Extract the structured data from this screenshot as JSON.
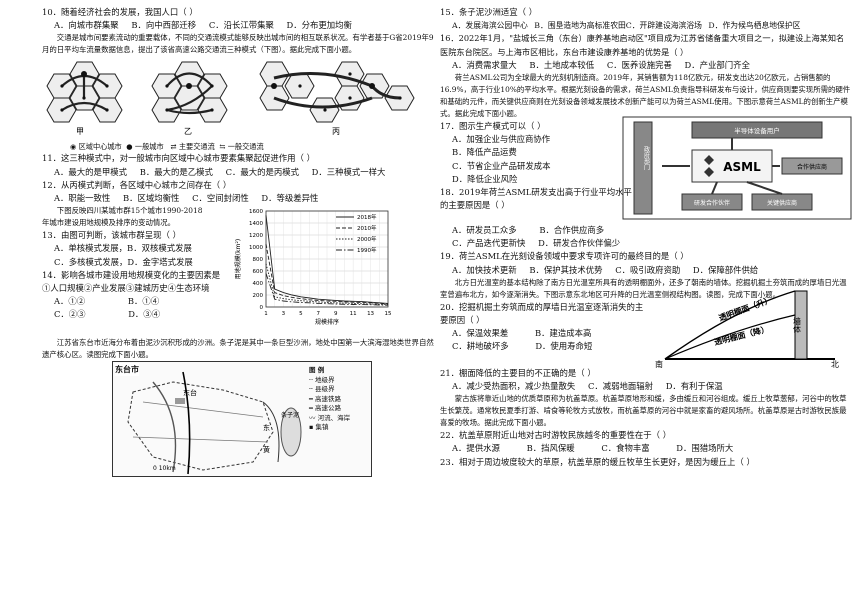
{
  "left": {
    "q10": {
      "stem": "10．随着经济社会的发展，我国人口（    ）",
      "opts": [
        "A．向城市群集聚",
        "B．向中西部迁移",
        "C．沿长江带集聚",
        "D．分布更加均衡"
      ]
    },
    "p1": "交通是城市间要素流动的重要载体，不同的交通流模式能够反映出城市间的相互联系状况。有学者基于G省2019年9月的日平均车流量数据信息，提出了该省高速公路交通流三种模式（下图）。据此完成下面小题。",
    "fig1": {
      "labels": [
        "甲",
        "乙",
        "丙"
      ],
      "legend": [
        "区域中心城市",
        "一般城市",
        "主要交通流",
        "一般交通流"
      ]
    },
    "q11": {
      "stem": "11．这三种模式中，对一般城市向区域中心城市要素集聚起促进作用（    ）",
      "opts": [
        "A．最大的是甲模式",
        "B．最大的是乙模式",
        "C．最大的是丙模式",
        "D．三种模式一样大"
      ]
    },
    "q12": {
      "stem": "12．从丙模式判断，各区域中心城市之间存在（    ）",
      "opts": [
        "A．职能一致性",
        "B．区域均衡性",
        "C．空间封闭性",
        "D．等级差异性"
      ]
    },
    "p2a": "下图反映四川某城市群15个城市1990-2018",
    "p2b": "年城市建设用地规模及排序的变动情况。",
    "q13": {
      "stem": "13．由图可判断，该城市群呈现（    ）",
      "opts": [
        "A．单核模式发展，B．双核模式发展",
        "C．多核模式发展，D．金字塔式发展"
      ]
    },
    "q14": {
      "stem": "14．影响各城市建设用地规模变化的主要因素是",
      "line2": "①人口规模②产业发展③建城历史④生态环境",
      "opts": [
        "A．①②",
        "B．①④",
        "C．②③",
        "D．③④"
      ]
    },
    "p3": "江苏省东台市近海分布着由泥沙沉积形成的沙洲。条子泥是其中一条巨型沙洲，地处中国第一大滨海湿地类世界自然遗产核心区。读图完成下面小题。",
    "map": {
      "title": "东台市",
      "legend_title": "图  例",
      "legend": [
        "地级界",
        "县级界",
        "高速铁路",
        "高速公路",
        "河流、海岸",
        "集镇"
      ],
      "places": [
        "东台",
        "条子泥",
        "东",
        "黄"
      ],
      "scale": "0    10km"
    }
  },
  "right": {
    "q15": {
      "stem": "15．条子泥沙洲适宜（    ）",
      "opts": [
        "A．发展海滨公园中心",
        "B．围垦造地为高标准农田C．开辟建设海滨浴场",
        "D．作为候鸟栖息地保护区"
      ]
    },
    "q16": {
      "stem": "16．2022年1月，\"盐城长三角（东台）康养基地启动区\"项目成为江苏省储备重大项目之一，拟建设上海某知名医院东台院区。与上海市区相比，东台市建设康养基地的优势是（    ）",
      "opts": [
        "A．消费需求量大",
        "B．土地成本较低",
        "C．医养设施完善",
        "D．产业部门齐全"
      ]
    },
    "p4": "荷兰ASML公司为全球最大的光刻机制造商。2019年，其销售额为118亿欧元，研发支出达20亿欧元，占销售额的16.9%，高于行业10%的平均水平。根据光刻设备的需求，荷兰ASML负责指导科研发布与设计，供应商则要实现所需的硬件和基础的元件，而关键供应商则在光刻设备领域发展技术创新产能可以为荷兰ASML使用。下图示意荷兰ASML的创新生产模式。据此完成下面小题。",
    "q17": {
      "stem": "17．图示生产模式可以（    ）",
      "opts": [
        "A．加强企业与供应商协作",
        "B．降低产品运费",
        "C．节省企业产品研发成本",
        "D．降低企业风险"
      ]
    },
    "diagram": {
      "top": "半导体设备用户",
      "left": "政府部门",
      "center": "ASML",
      "right": "合作供应商",
      "b1": "研发合作伙伴",
      "b2": "关键供应商"
    },
    "q18": {
      "stem": "18．2019年荷兰ASML研发支出高于行业平均水平",
      "line2": "的主要原因是（    ）",
      "opts": [
        "A．研发员工众多",
        "B．合作供应商多",
        "C．产品迭代更新快",
        "D．研发合作伙伴偏少"
      ]
    },
    "q19": {
      "stem": "19．荷兰ASML在光刻设备领域中要求专项许可的最终目的是（    ）",
      "opts": [
        "A．加快技术更新",
        "B．保护其技术优势",
        "C．吸引政府资助",
        "D．保障部件供给"
      ]
    },
    "p5": "北方日光温室的基本结构除了南方日光温室所具有的透明棚面外，还多了朝南的墙体。挖掘机掘土夯筑而成的厚墙日光温室曾遍布北方，如今逐渐消失。下图示意东北地区可升降的日光温室侧视结构图。读图，完成下面小题。",
    "q20": {
      "stem": "20．挖掘机掘土夯筑而成的厚墙日光温室逐渐消失的主",
      "line2": "要原因（    ）",
      "opts": [
        "A．保温效果差",
        "B．建造成本高",
        "C．耕地破坏多",
        "D．使用寿命短"
      ]
    },
    "green": {
      "up": "透明棚面（升）",
      "down": "透明棚面（降）",
      "wall": "墙体",
      "s": "南",
      "n": "北"
    },
    "q21": {
      "stem": "21．棚面降低的主要目的不正确的是（    ）",
      "opts": [
        "A．减少受热面积，减少热量散失",
        "C．减弱地面辐射",
        "D．有利于保温"
      ]
    },
    "p6": "蒙古族将靠近山地的优质草原称为杭盖草原。杭盖草原地形和缓，多由缓丘和河谷组成。缓丘上牧草葱郁，河谷中的牧草生长繁茂。通常牧民夏季打游、啃食等轮牧方式放牧，而杭盖草原的河谷中就是家畜的避风场所。杭盖草原是古时游牧民族最喜爱的牧场。据此完成下面小题。",
    "q22": {
      "stem": "22．杭盖草原附近山地对古时游牧民族越冬的重要性在于（    ）",
      "opts": [
        "A．提供水源",
        "B．挡风保暖",
        "C．食物丰富",
        "D．围猎场所大"
      ]
    },
    "q23": {
      "stem": "23．相对于周边坡度较大的草原，杭盖草原的缓丘牧草生长更好，是因为缓丘上（    ）"
    }
  },
  "chart_data": {
    "type": "line",
    "xlabel": "规模排序",
    "ylabel": "用地规模(km²)",
    "x": [
      1,
      2,
      3,
      4,
      5,
      6,
      7,
      8,
      9,
      10,
      11,
      12,
      13,
      14,
      15
    ],
    "ylim": [
      0,
      1600
    ],
    "yticks": [
      0,
      200,
      400,
      600,
      800,
      1000,
      1200,
      1400,
      1600
    ],
    "series": [
      {
        "name": "2018年",
        "values": [
          1530,
          300,
          240,
          200,
          170,
          150,
          130,
          120,
          110,
          100,
          95,
          90,
          80,
          70,
          60
        ]
      },
      {
        "name": "2010年",
        "values": [
          1050,
          240,
          190,
          160,
          140,
          120,
          110,
          100,
          95,
          85,
          80,
          75,
          70,
          60,
          50
        ]
      },
      {
        "name": "2000年",
        "values": [
          720,
          170,
          140,
          120,
          105,
          95,
          85,
          75,
          70,
          65,
          60,
          55,
          50,
          45,
          40
        ]
      },
      {
        "name": "1990年",
        "values": [
          560,
          130,
          100,
          85,
          75,
          70,
          60,
          55,
          50,
          45,
          42,
          40,
          38,
          34,
          30
        ]
      }
    ]
  }
}
